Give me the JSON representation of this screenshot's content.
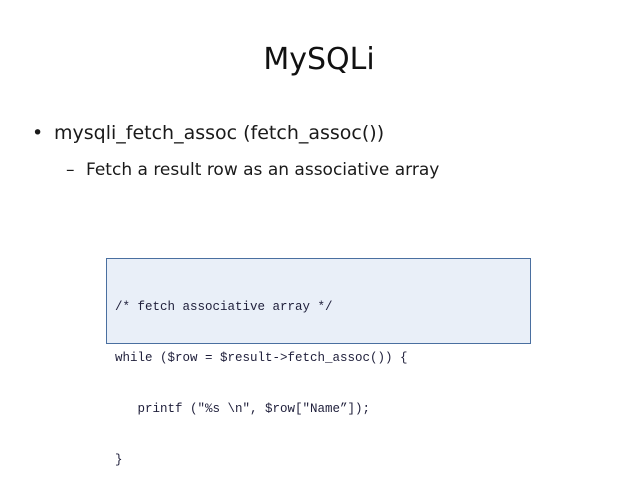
{
  "slide": {
    "title": "MySQLi",
    "bullet": {
      "marker": "•",
      "text": "mysqli_fetch_assoc (fetch_assoc())"
    },
    "sub_bullet": {
      "marker": "–",
      "text": "Fetch a result row as an associative array"
    },
    "code": {
      "lines": [
        "/* fetch associative array */",
        "while ($row = $result->fetch_assoc()) {",
        "   printf (\"%s \\n\", $row[\"Name”]);",
        "}"
      ]
    }
  },
  "colors": {
    "background": "#ffffff",
    "code_background": "#e9eff8",
    "code_border": "#4a6fa0"
  }
}
